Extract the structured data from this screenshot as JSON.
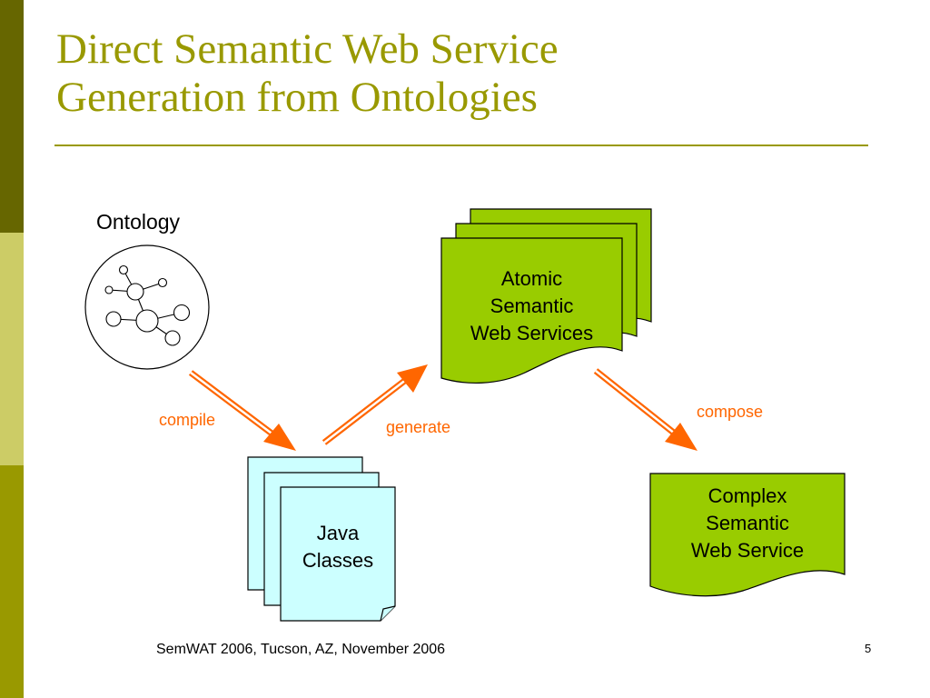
{
  "colors": {
    "bar_dark": "#666600",
    "bar_light": "#cccc66",
    "bar_mid": "#999900",
    "title": "#999900",
    "rule": "#999900",
    "arrow": "#ff6600",
    "arrow_label": "#ff6600",
    "service_fill": "#99cc00",
    "java_fill": "#ccffff"
  },
  "slide": {
    "title_line1": "Direct Semantic Web Service",
    "title_line2": "Generation from Ontologies",
    "footer": "SemWAT 2006, Tucson, AZ, November 2006",
    "slide_number": "5"
  },
  "diagram": {
    "ontology_label": "Ontology",
    "compile_label": "compile",
    "generate_label": "generate",
    "compose_label": "compose",
    "atomic": {
      "line1": "Atomic",
      "line2": "Semantic",
      "line3": "Web Services"
    },
    "java": {
      "line1": "Java",
      "line2": "Classes"
    },
    "complex": {
      "line1": "Complex",
      "line2": "Semantic",
      "line3": "Web Service"
    }
  }
}
